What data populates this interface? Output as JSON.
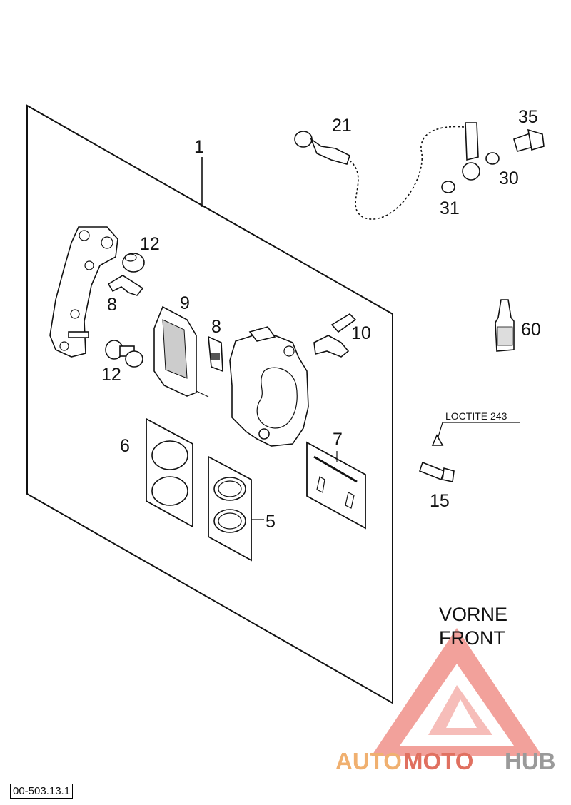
{
  "labels": {
    "p1": "1",
    "p21": "21",
    "p35": "35",
    "p30": "30",
    "p31": "31",
    "p12a": "12",
    "p8a": "8",
    "p9": "9",
    "p8b": "8",
    "p10": "10",
    "p12b": "12",
    "p60": "60",
    "p6": "6",
    "p7": "7",
    "p5": "5",
    "p15": "15"
  },
  "loctite_note": "LOCTITE 243",
  "direction": {
    "line1": "VORNE",
    "line2": "FRONT"
  },
  "drawing_code": "00-503.13.1",
  "watermark": {
    "part1": "AUTO",
    "part2": "MOTO",
    "part3": "HUB"
  },
  "colors": {
    "line": "#111111",
    "watermark_red": "#e8554a",
    "watermark_orange": "#f0b070",
    "watermark_grey": "#9a9a9a"
  }
}
